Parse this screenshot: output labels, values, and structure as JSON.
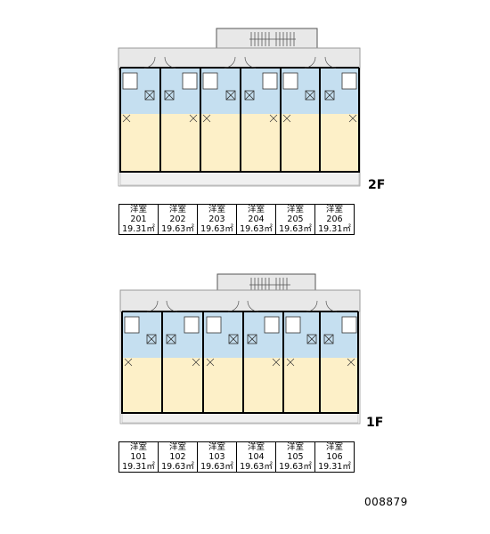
{
  "floors": [
    {
      "label": "2F",
      "units": [
        {
          "type": "洋室",
          "room": "201",
          "area": "19.31㎡"
        },
        {
          "type": "洋室",
          "room": "202",
          "area": "19.63㎡"
        },
        {
          "type": "洋室",
          "room": "203",
          "area": "19.63㎡"
        },
        {
          "type": "洋室",
          "room": "204",
          "area": "19.63㎡"
        },
        {
          "type": "洋室",
          "room": "205",
          "area": "19.63㎡"
        },
        {
          "type": "洋室",
          "room": "206",
          "area": "19.31㎡"
        }
      ]
    },
    {
      "label": "1F",
      "units": [
        {
          "type": "洋室",
          "room": "101",
          "area": "19.31㎡"
        },
        {
          "type": "洋室",
          "room": "102",
          "area": "19.63㎡"
        },
        {
          "type": "洋室",
          "room": "103",
          "area": "19.63㎡"
        },
        {
          "type": "洋室",
          "room": "104",
          "area": "19.63㎡"
        },
        {
          "type": "洋室",
          "room": "105",
          "area": "19.63㎡"
        },
        {
          "type": "洋室",
          "room": "106",
          "area": "19.31㎡"
        }
      ]
    }
  ],
  "code": "008879",
  "colors": {
    "room": "#fdf0c8",
    "wet_area": "#c5dff0",
    "corridor": "#e8e8e8",
    "wall": "#000000"
  }
}
